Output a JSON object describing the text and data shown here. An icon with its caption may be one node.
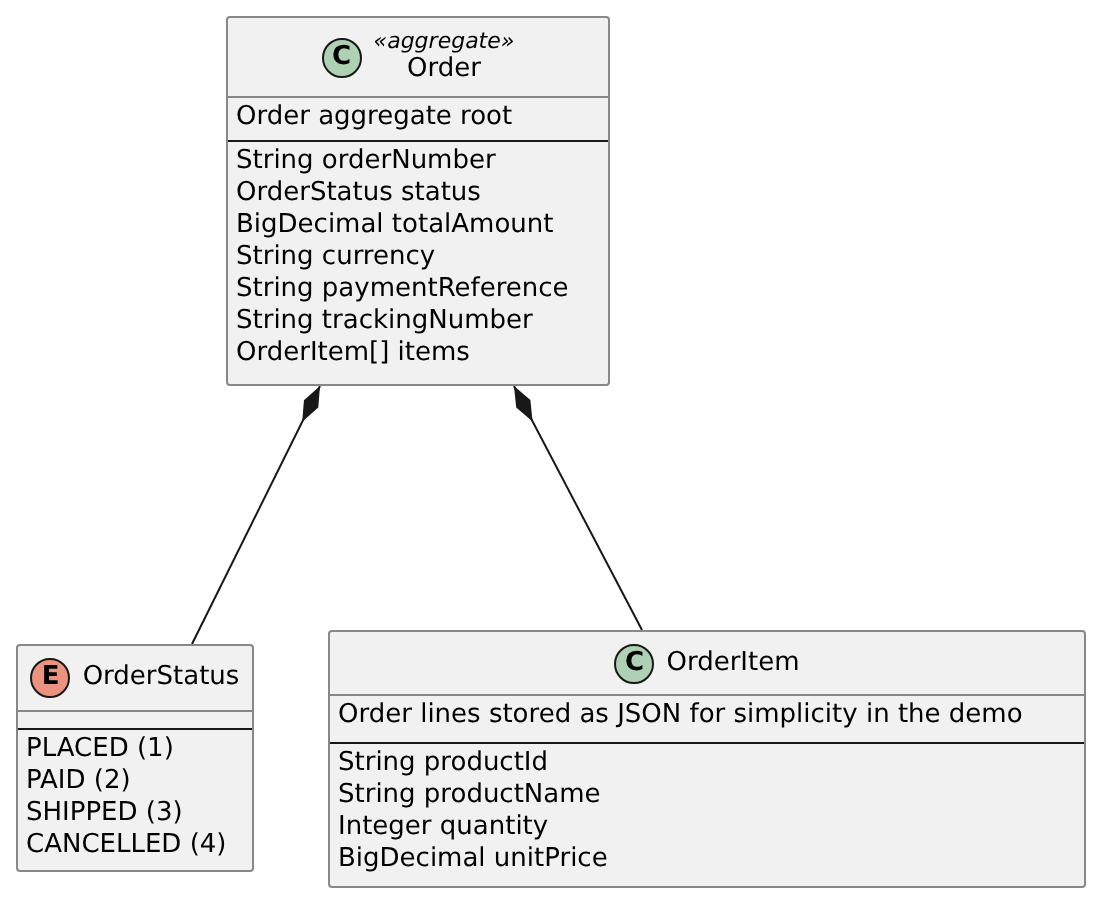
{
  "diagram": {
    "nodes": [
      {
        "text": [
          "C",
          "«aggregate»",
          "Order",
          "Order aggregate root",
          "String orderNumber",
          "OrderStatus status",
          "BigDecimal totalAmount",
          "String currency",
          "String paymentReference",
          "String trackingNumber",
          "OrderItem[] items"
        ]
      },
      {
        "text": [
          "E",
          "OrderStatus",
          "PLACED (1)",
          "PAID (2)",
          "SHIPPED (3)",
          "CANCELLED (4)"
        ]
      },
      {
        "text": [
          "C",
          "OrderItem",
          "Order lines stored as JSON for simplicity in the demo",
          "String productId",
          "String productName",
          "Integer quantity",
          "BigDecimal unitPrice"
        ]
      }
    ],
    "edges": [
      {
        "from": 0,
        "to": 1,
        "arrow": "other"
      },
      {
        "from": 0,
        "to": 2,
        "arrow": "other"
      }
    ]
  }
}
